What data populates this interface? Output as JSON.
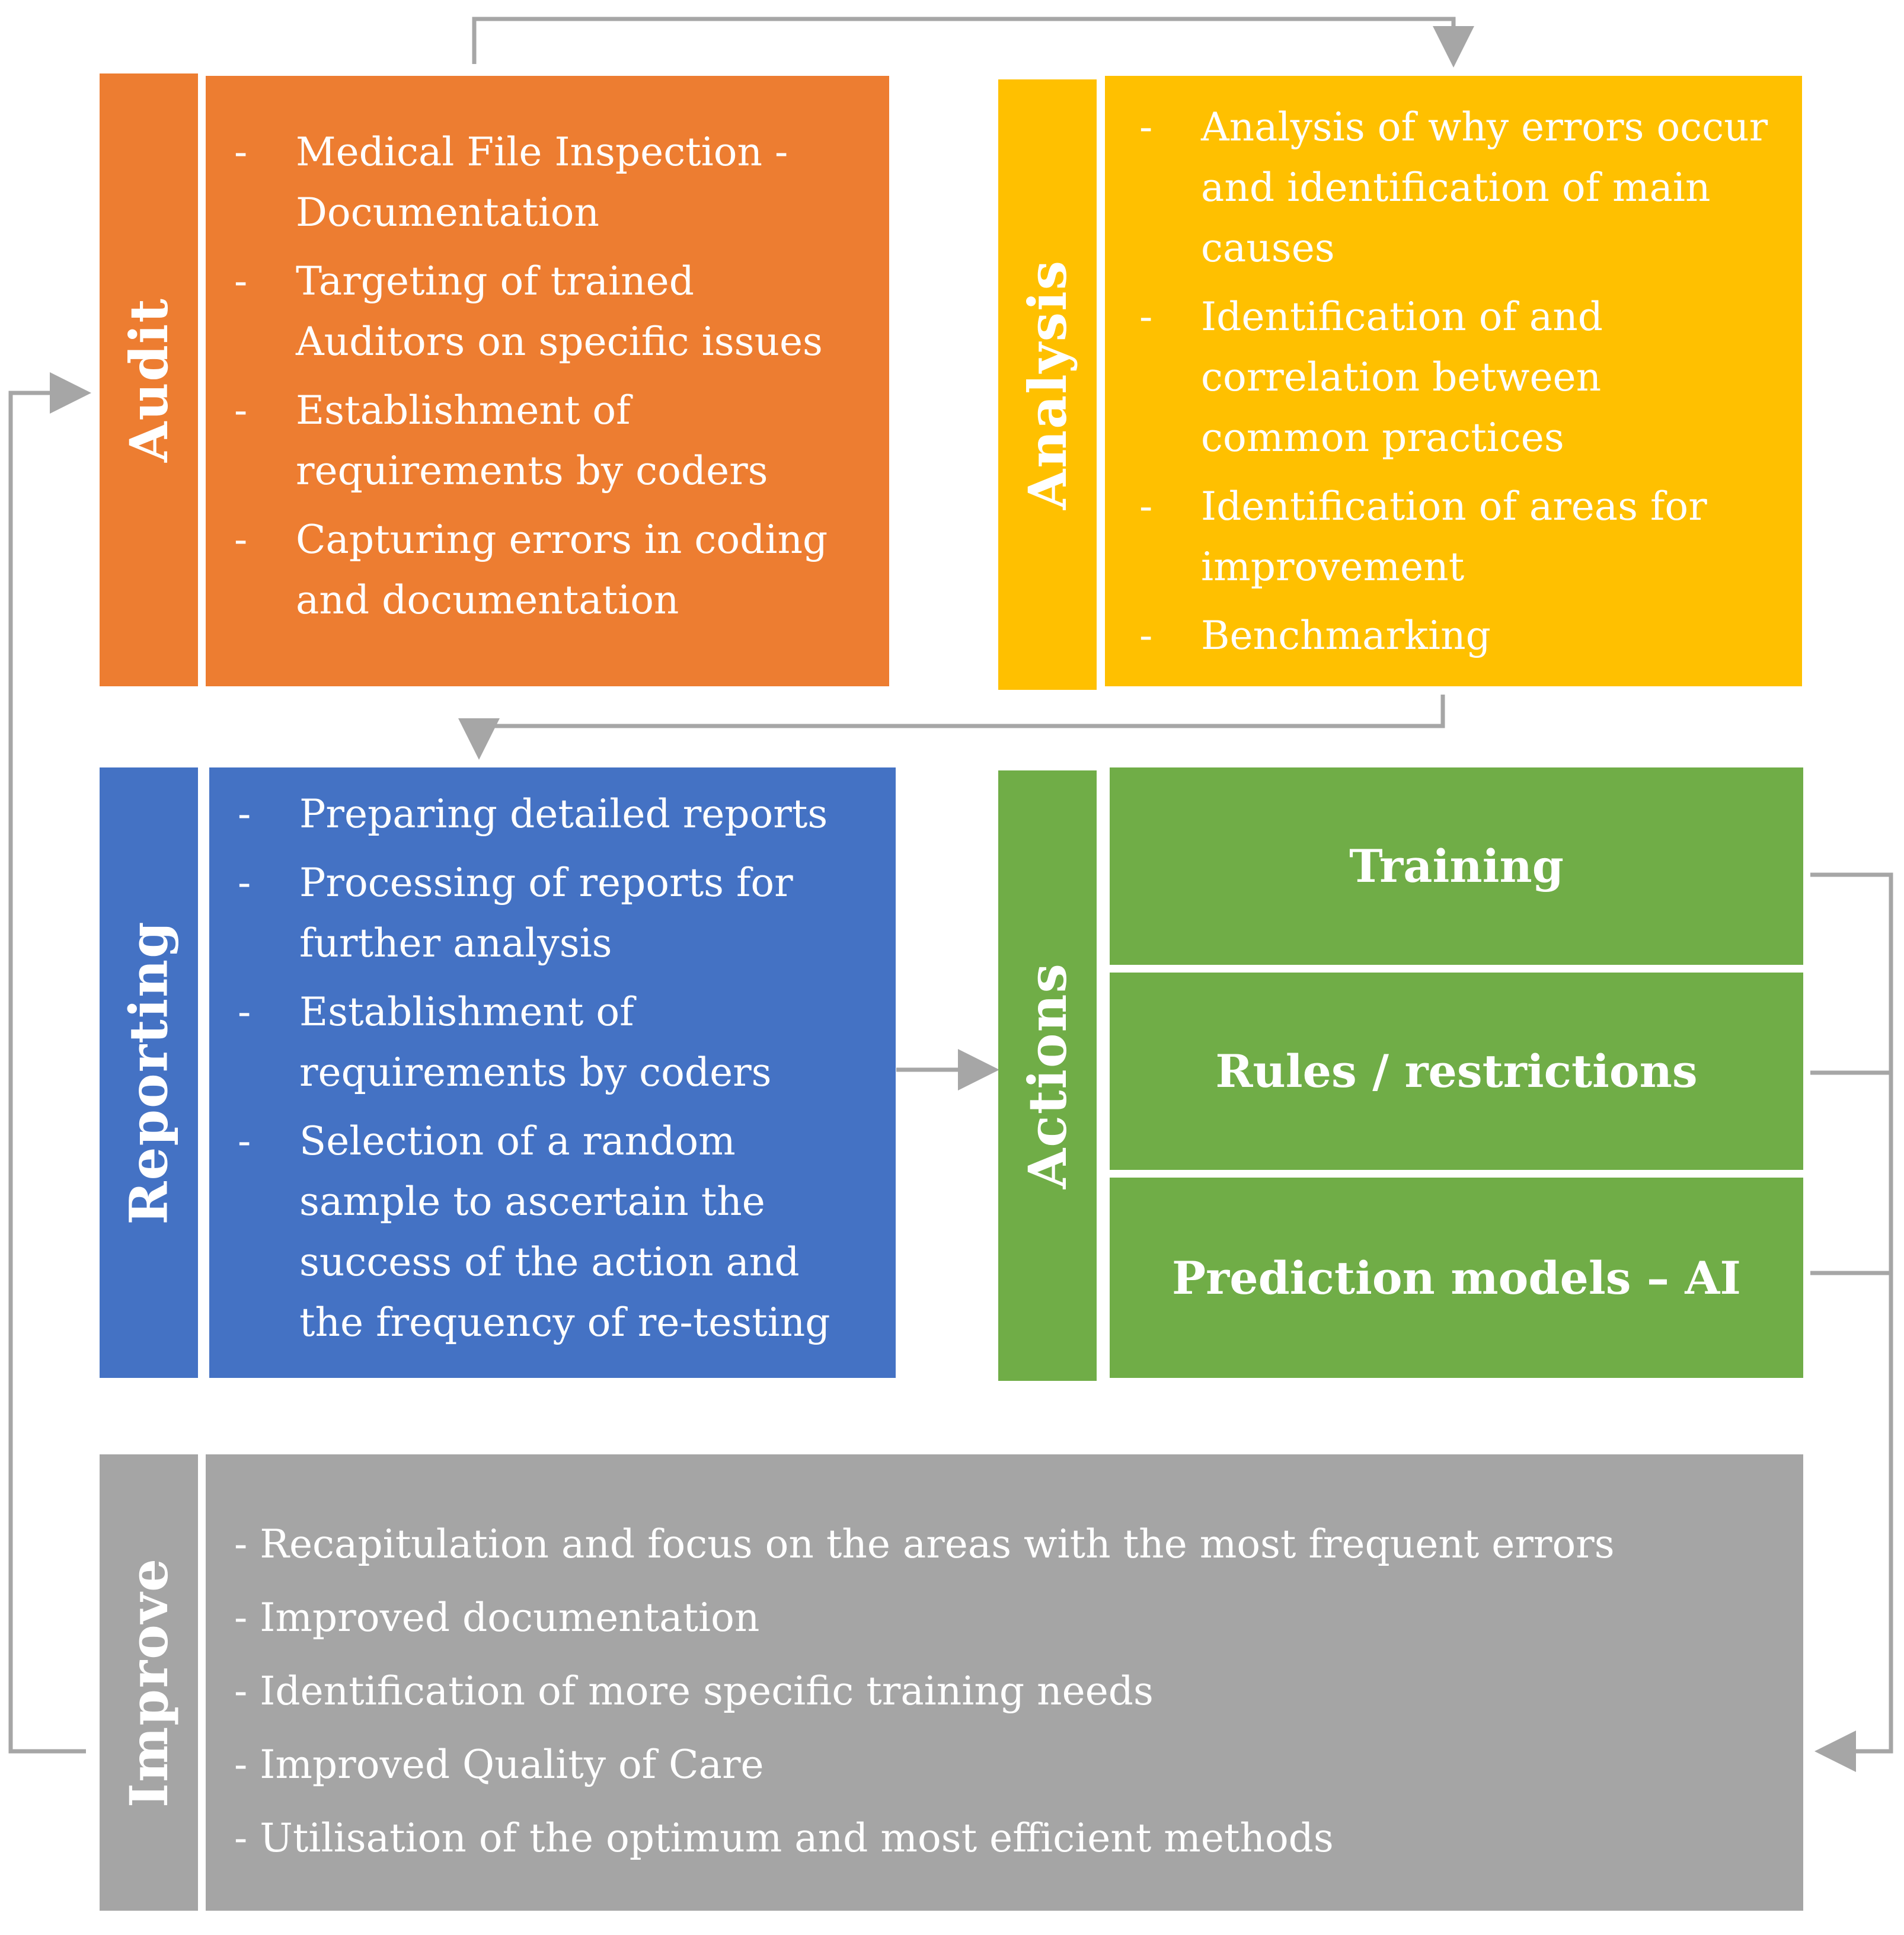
{
  "colors": {
    "audit": "#ED7D31",
    "analysis": "#FFC000",
    "reporting": "#4472C4",
    "actions": "#70AD47",
    "improve": "#A5A5A5",
    "connector": "#A6A6A6"
  },
  "audit": {
    "label": "Audit",
    "items": [
      "Medical File Inspection - Documentation",
      "Targeting of trained Auditors on specific issues",
      "Establishment of requirements by coders",
      "Capturing errors in coding and documentation"
    ]
  },
  "analysis": {
    "label": "Analysis",
    "items": [
      "Analysis of why errors occur and identification of main causes",
      "Identification of and correlation between common practices",
      "Identification of areas for improvement",
      "Benchmarking"
    ]
  },
  "reporting": {
    "label": "Reporting",
    "items": [
      "Preparing detailed reports",
      "Processing of reports for further analysis",
      "Establishment of requirements by coders",
      "Selection of a random sample to ascertain the success of the action and the frequency of re-testing"
    ]
  },
  "actions": {
    "label": "Actions",
    "items": [
      "Training",
      "Rules / restrictions",
      "Prediction models – AI"
    ]
  },
  "improve": {
    "label": "Improve",
    "items": [
      "- Recapitulation and focus on the areas with the most frequent errors",
      "- Improved documentation",
      "- Identification of more specific training needs",
      "- Improved Quality of Care",
      "- Utilisation of the optimum and most efficient methods"
    ]
  },
  "bullet_marker": "-"
}
